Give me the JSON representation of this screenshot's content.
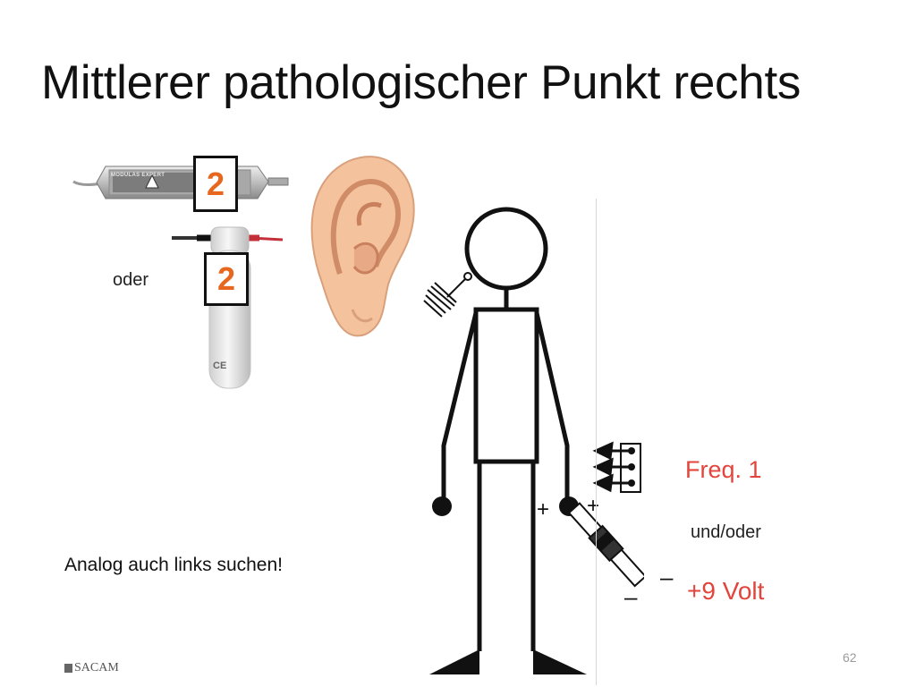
{
  "slide": {
    "title": "Mittlerer pathologischer Punkt rechts",
    "badge_top": "2",
    "badge_bottom": "2",
    "oder_label": "oder",
    "freq_label": "Freq.  1",
    "und_oder_label": "und/oder",
    "volt_label": "+9 Volt",
    "note": "Analog auch links suchen!",
    "page_number": "62",
    "logo_text": "SACAM"
  },
  "device": {
    "brand_text": "MODULAS EXPERT",
    "ce_mark": "CE"
  },
  "figure": {
    "plus_left": "+",
    "plus_right": "+",
    "minus_top": "–",
    "minus_bottom": "–"
  },
  "colors": {
    "accent_orange": "#e8671f",
    "accent_red": "#e3443b",
    "ear_skin": "#f4c39e",
    "line": "#111111"
  }
}
